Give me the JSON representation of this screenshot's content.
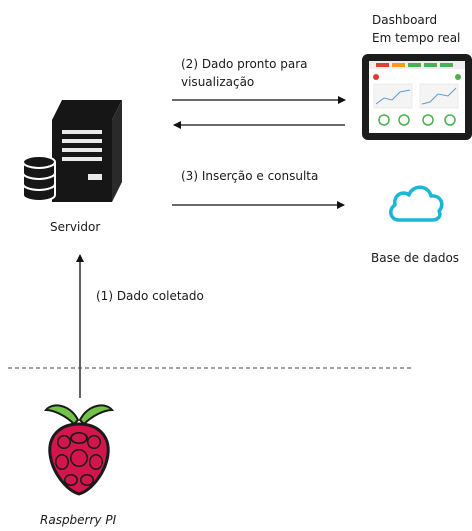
{
  "nodes": {
    "dashboard": {
      "title_line1": "Dashboard",
      "title_line2": "Em tempo real"
    },
    "server": {
      "label": "Servidor"
    },
    "database": {
      "label": "Base de dados"
    },
    "raspberry": {
      "label": "Raspberry PI"
    }
  },
  "edges": {
    "step1": {
      "label": "(1) Dado coletado"
    },
    "step2": {
      "label_line1": "(2) Dado pronto para",
      "label_line2": "visualização"
    },
    "step3": {
      "label": "(3) Inserção e consulta"
    }
  },
  "colors": {
    "arrow": "#111111",
    "cloud": "#1ab6d6",
    "server": "#161616",
    "raspberry_red": "#d2164b",
    "leaf_green": "#71c445"
  }
}
